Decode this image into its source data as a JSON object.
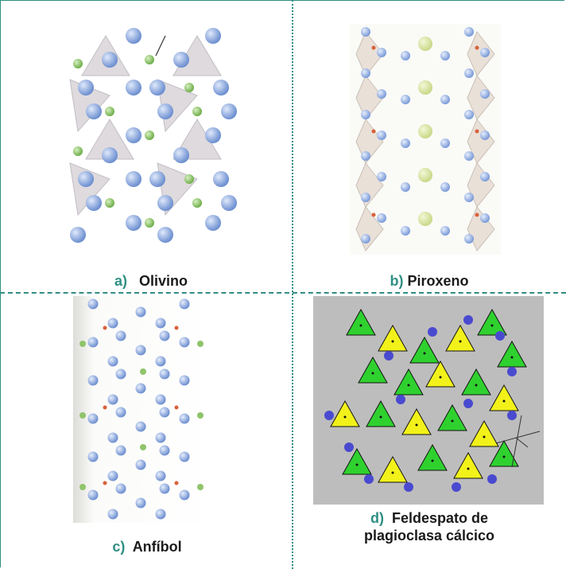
{
  "panels": [
    {
      "id": "a",
      "letter": "a)",
      "name": "Olivino"
    },
    {
      "id": "b",
      "letter": "b)",
      "name": "Piroxeno"
    },
    {
      "id": "c",
      "letter": "c)",
      "name": "Anfíbol"
    },
    {
      "id": "d",
      "letter": "d)",
      "name_line1": "Feldespato de",
      "name_line2": "plagioclasa cálcico"
    }
  ],
  "colors": {
    "border": "#2e8f82",
    "oxygen": "#7fa3d8",
    "cation_green": "#8fc46a",
    "cation_red": "#d9603a",
    "tetra_green": "#2fd12f",
    "tetra_yellow": "#f2f21a",
    "node_blue": "#4a4ad0",
    "feld_bg": "#bdbdbd"
  }
}
